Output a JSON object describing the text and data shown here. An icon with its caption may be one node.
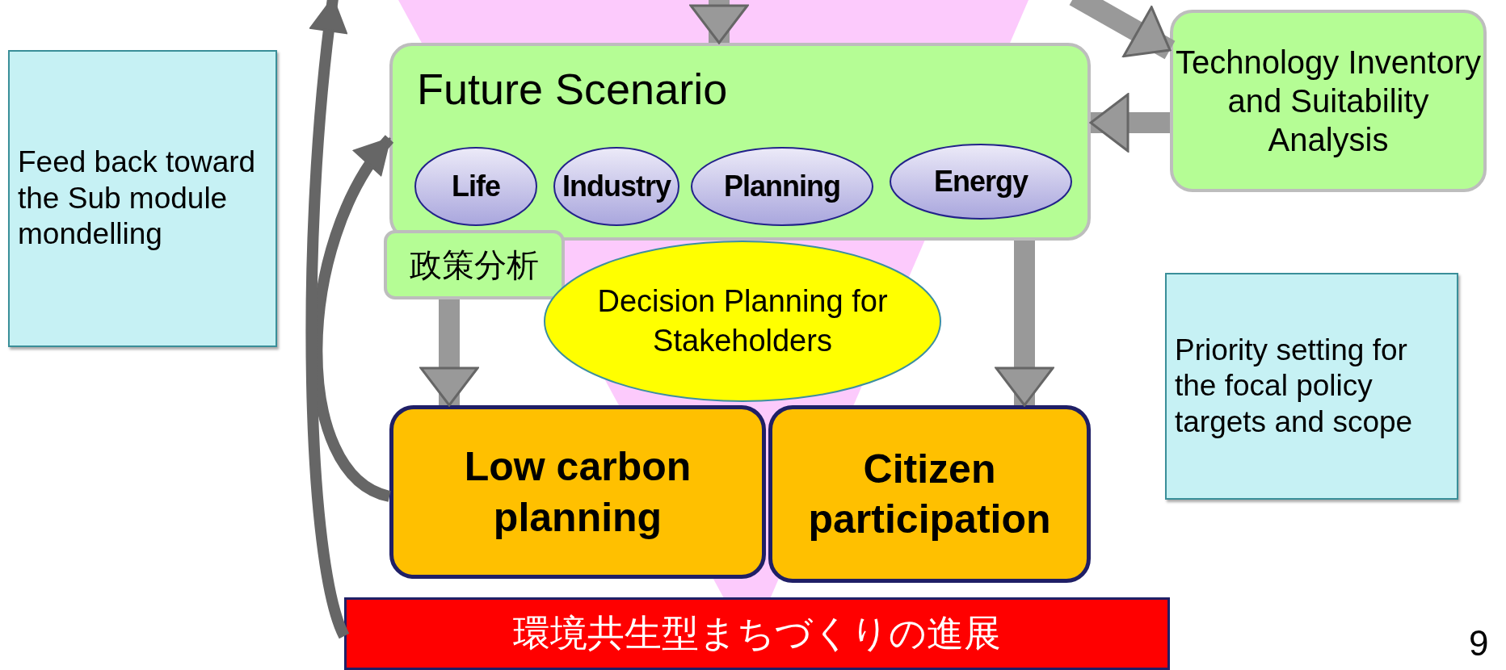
{
  "diagram": {
    "nodes": [
      {
        "text": [
          "Feed back toward the Sub module mondelling"
        ]
      },
      {
        "text": [
          "Future Scenario"
        ]
      },
      {
        "text": [
          "Life"
        ],
        "in": 1
      },
      {
        "text": [
          "Industry"
        ],
        "in": 1
      },
      {
        "text": [
          "Planning"
        ],
        "in": 1
      },
      {
        "text": [
          "Energy"
        ],
        "in": 1
      },
      {
        "text": [
          "Technology Inventory and Suitability Analysis"
        ]
      },
      {
        "text": [
          "政策分析"
        ]
      },
      {
        "text": [
          "Decision Planning for Stakeholders"
        ]
      },
      {
        "text": [
          "Priority setting for the focal policy targets and scope"
        ]
      },
      {
        "text": [
          "Low carbon planning"
        ]
      },
      {
        "text": [
          "Citizen participation"
        ]
      },
      {
        "text": [
          "環境共生型まちづくりの進展"
        ]
      }
    ],
    "edges": [
      {
        "from": null,
        "to": 1,
        "arrow": "to"
      },
      {
        "from": null,
        "to": 6,
        "arrow": "to"
      },
      {
        "from": 6,
        "to": 1,
        "arrow": "to"
      },
      {
        "from": 7,
        "to": 10,
        "arrow": "to"
      },
      {
        "from": 1,
        "to": 11,
        "arrow": "to"
      },
      {
        "from": 10,
        "to": 1,
        "arrow": "to",
        "color": "#666666"
      },
      {
        "from": 12,
        "to": null,
        "arrow": "to",
        "color": "#666666"
      }
    ],
    "labels": [
      "9"
    ]
  }
}
